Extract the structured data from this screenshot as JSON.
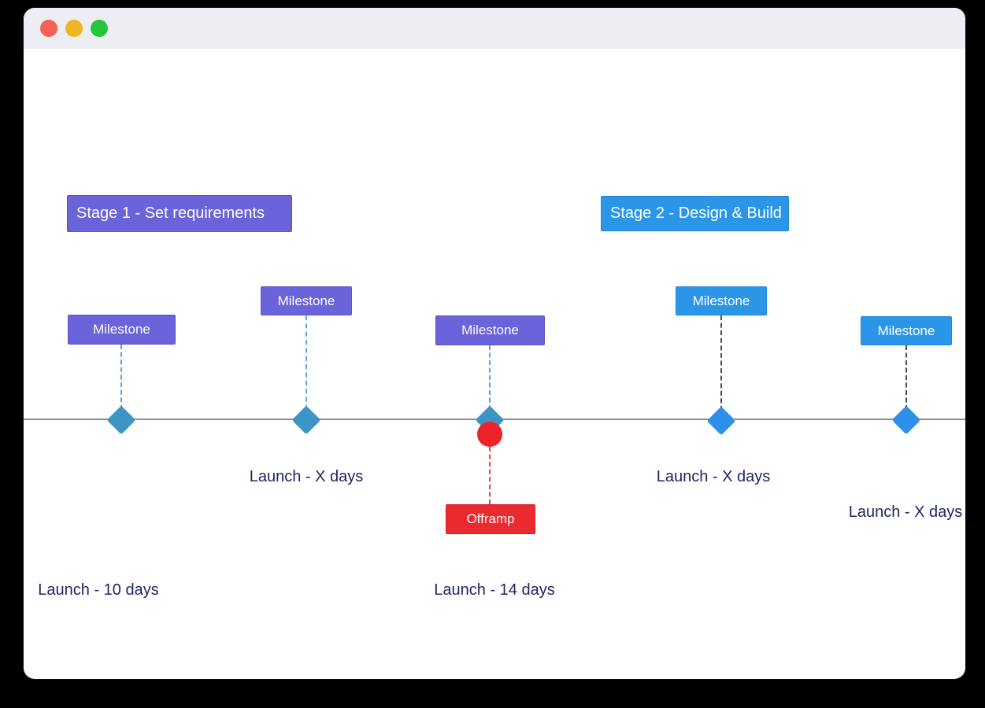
{
  "window": {
    "controls": [
      {
        "name": "close"
      },
      {
        "name": "minimize"
      },
      {
        "name": "zoom"
      }
    ]
  },
  "diagram": {
    "stages": [
      {
        "label": "Stage 1 - Set requirements"
      },
      {
        "label": "Stage 2 - Design & Build"
      }
    ],
    "milestones": [
      {
        "label": "Milestone",
        "stage": 1
      },
      {
        "label": "Milestone",
        "stage": 1
      },
      {
        "label": "Milestone",
        "stage": 1
      },
      {
        "label": "Milestone",
        "stage": 2
      },
      {
        "label": "Milestone",
        "stage": 2
      }
    ],
    "offramp": {
      "label": "Offramp"
    },
    "launch_labels": [
      {
        "text": "Launch - 10 days"
      },
      {
        "text": "Launch - X days"
      },
      {
        "text": "Launch - 14 days"
      },
      {
        "text": "Launch - X days"
      },
      {
        "text": "Launch - X days"
      }
    ],
    "colors": {
      "stage1_purple": "#6A63D9",
      "stage2_blue": "#2B96E8",
      "stage1_diamond_teal": "#3D95C5",
      "stage2_diamond_blue": "#2E90E8",
      "offramp_red": "#EA2A2E",
      "launch_text_navy": "#212368",
      "timeline_gray": "#909090"
    }
  }
}
